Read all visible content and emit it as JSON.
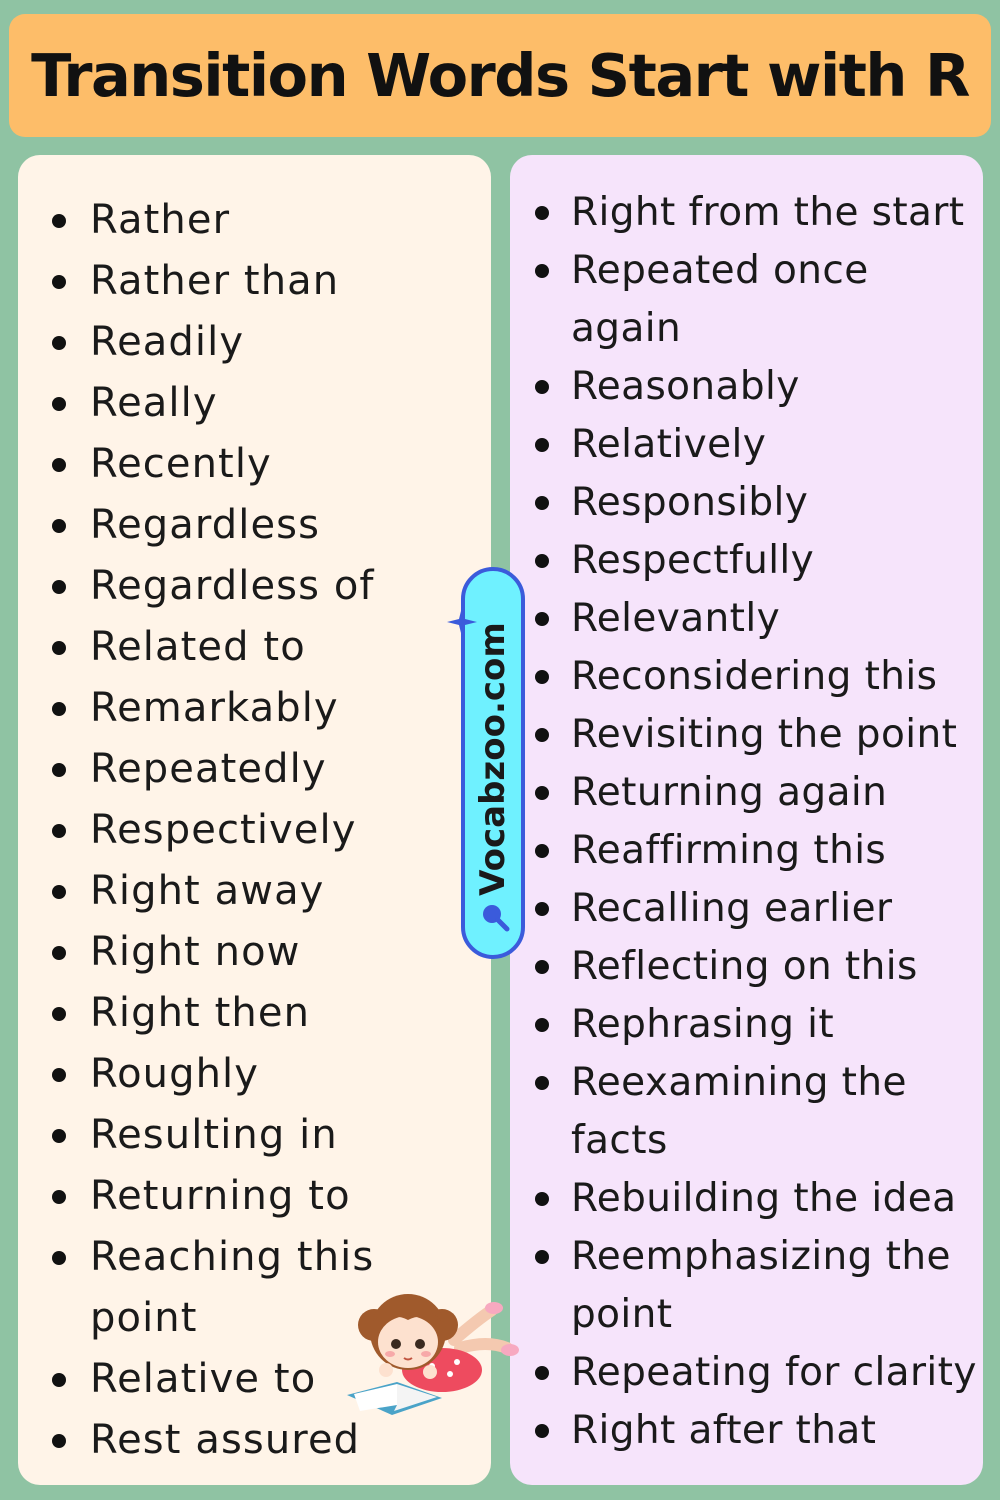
{
  "title": "Transition Words Start with R",
  "left_words": [
    "Rather",
    "Rather than",
    "Readily",
    "Really",
    "Recently",
    "Regardless",
    "Regardless of",
    "Related to",
    "Remarkably",
    "Repeatedly",
    "Respectively",
    "Right away",
    "Right now",
    "Right then",
    "Roughly",
    "Resulting in",
    "Returning to",
    "Reaching this",
    "point",
    "Relative to",
    "Rest assured"
  ],
  "right_words": [
    "Right from the start",
    "Repeated once",
    "again",
    "Reasonably",
    "Relatively",
    "Responsibly",
    "Respectfully",
    "Relevantly",
    "Reconsidering this",
    "Revisiting the point",
    "Returning again",
    "Reaffirming this",
    "Recalling earlier",
    "Reflecting on this",
    "Rephrasing it",
    "Reexamining the",
    "facts",
    "Rebuilding the idea",
    "Reemphasizing the",
    "point",
    "Repeating for clarity",
    "Right after that"
  ],
  "left_bullets": [
    true,
    true,
    true,
    true,
    true,
    true,
    true,
    true,
    true,
    true,
    true,
    true,
    true,
    true,
    true,
    true,
    true,
    true,
    false,
    true,
    true
  ],
  "right_bullets": [
    true,
    true,
    false,
    true,
    true,
    true,
    true,
    true,
    true,
    true,
    true,
    true,
    true,
    true,
    true,
    true,
    false,
    true,
    true,
    false,
    true,
    true
  ],
  "watermark": "Vocabzoo.com",
  "colors": {
    "background": "#8fc3a3",
    "title_bar": "#fdbd69",
    "left_panel": "#fff4e8",
    "right_panel": "#f6e4fb",
    "badge_fill": "#6ff1ff",
    "badge_border": "#3b5bdb"
  },
  "icons": [
    "sparkle-icon",
    "search-icon",
    "girl-reading-illustration"
  ]
}
